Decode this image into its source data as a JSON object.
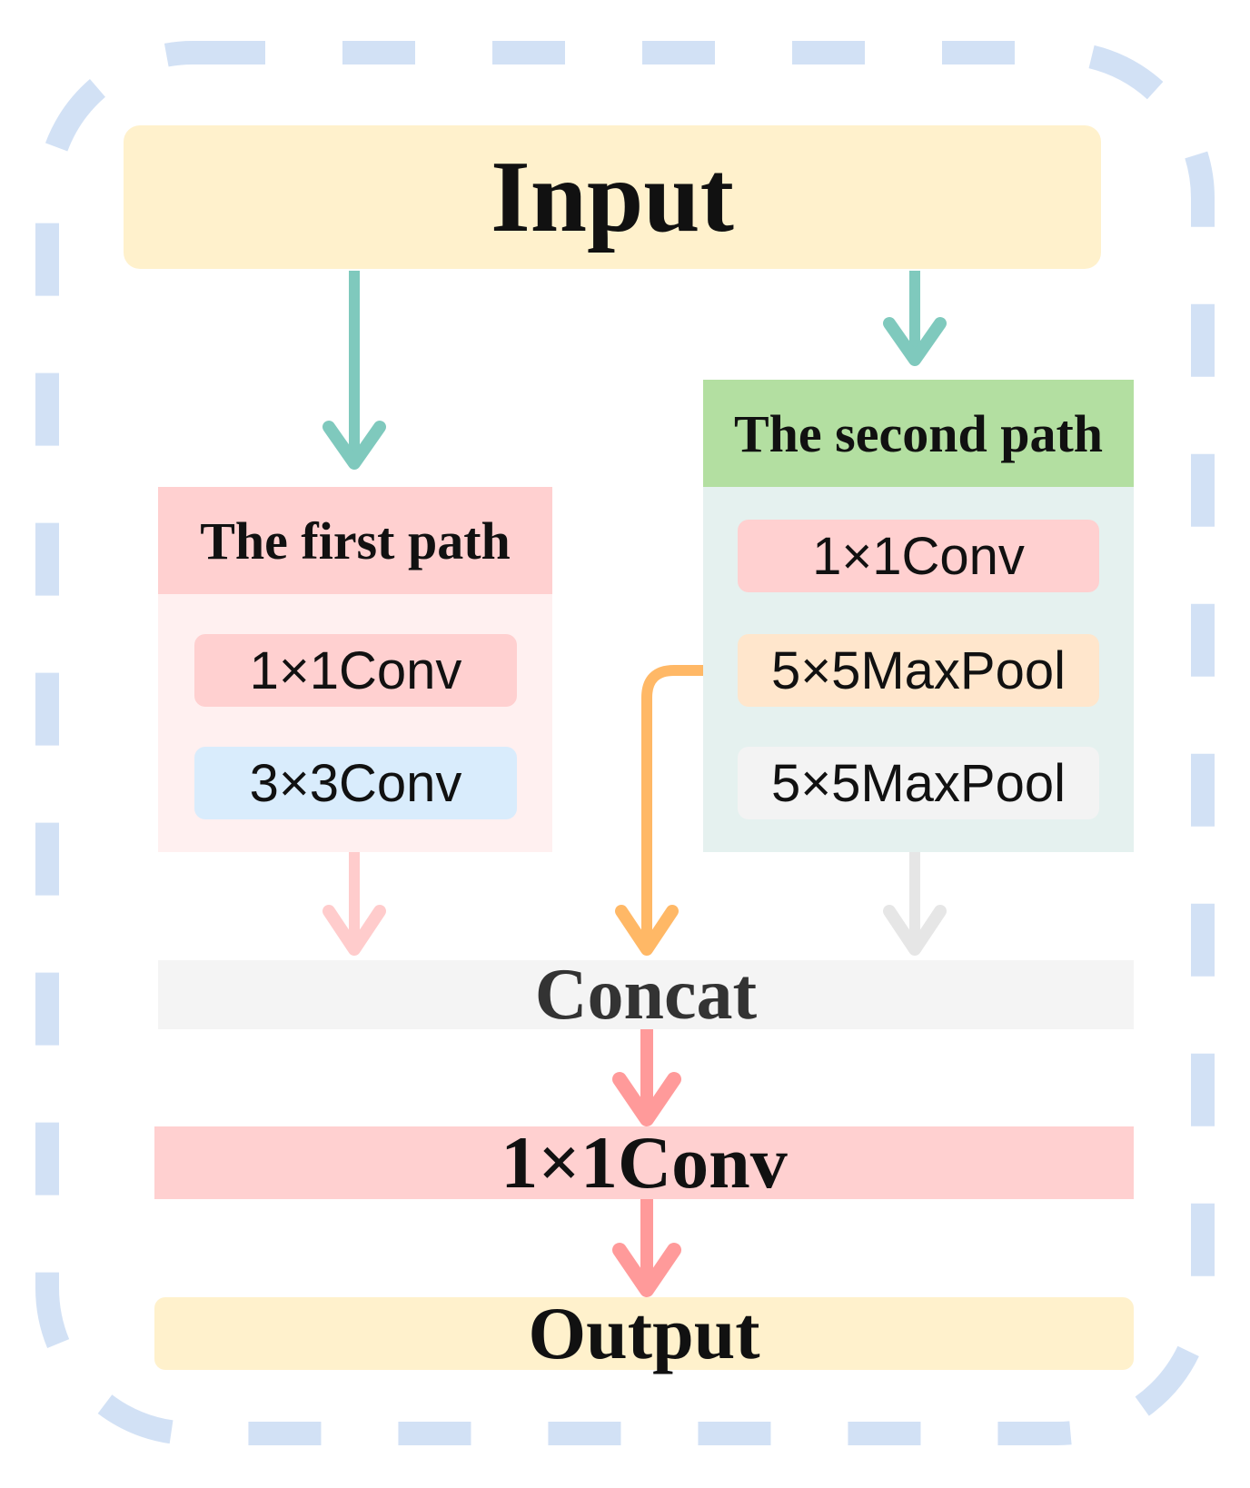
{
  "input": {
    "label": "Input"
  },
  "first_path": {
    "title": "The first path",
    "layers": [
      "1×1Conv",
      "3×3Conv"
    ]
  },
  "second_path": {
    "title": "The second path",
    "layers": [
      "1×1Conv",
      "5×5MaxPool",
      "5×5MaxPool"
    ]
  },
  "concat": {
    "label": "Concat"
  },
  "conv": {
    "label": "1×1Conv"
  },
  "output": {
    "label": "Output"
  },
  "colors": {
    "frame_dash": "#d2e1f5",
    "input_fill": "#fff1cc",
    "first_header": "#ffd0d0",
    "first_body": "#fff0f0",
    "second_header": "#b3dfa1",
    "second_body": "#e5f1ef",
    "conv_fill": "#ffd0d0",
    "conv3_fill": "#d9ecfc",
    "maxpool_active": "#ffe6cc",
    "maxpool_inactive": "#f3f3f3",
    "concat_fill": "#f4f4f4",
    "output_fill": "#fff1cc",
    "arrow_teal": "#7fc9bd",
    "arrow_pink_light": "#ffcccc",
    "arrow_orange": "#ffb866",
    "arrow_gray": "#e6e6e6",
    "arrow_pink": "#ff9a9a"
  }
}
